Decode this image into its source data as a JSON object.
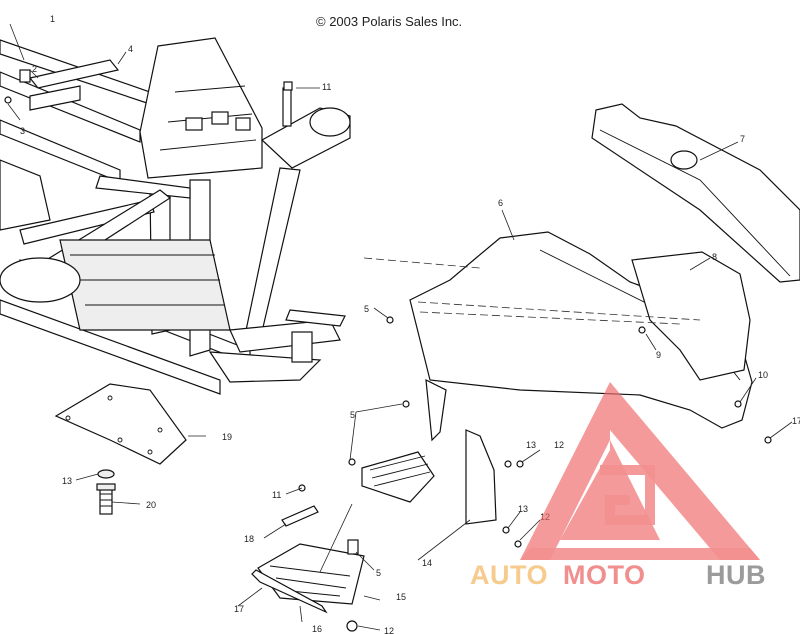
{
  "copyright": "© 2003 Polaris Sales Inc.",
  "callouts": [
    "1",
    "2",
    "3",
    "4",
    "5",
    "6",
    "7",
    "8",
    "9",
    "10",
    "11",
    "12",
    "13",
    "14",
    "15",
    "16",
    "17",
    "18",
    "19",
    "20"
  ],
  "labels": {
    "c1": "1",
    "c2": "2",
    "c3": "3",
    "c4": "4",
    "c5a": "5",
    "c5b": "5",
    "c5c": "5",
    "c6": "6",
    "c7": "7",
    "c8": "8",
    "c9": "9",
    "c10": "10",
    "c11a": "11",
    "c11b": "11",
    "c12a": "12",
    "c12b": "12",
    "c12c": "12",
    "c13a": "13",
    "c13b": "13",
    "c13c": "13",
    "c14": "14",
    "c15": "15",
    "c16": "16",
    "c17": "17",
    "c18": "18",
    "c19": "19",
    "c20": "20"
  },
  "watermark": {
    "brand_part1": "AUTO",
    "brand_part2": "MOTO",
    "brand_part3": "HUB",
    "colors": {
      "auto": "#f5c27a",
      "moto": "#ef7b7b",
      "hub": "#8a8a8a",
      "logo": "#f06a6a"
    }
  }
}
